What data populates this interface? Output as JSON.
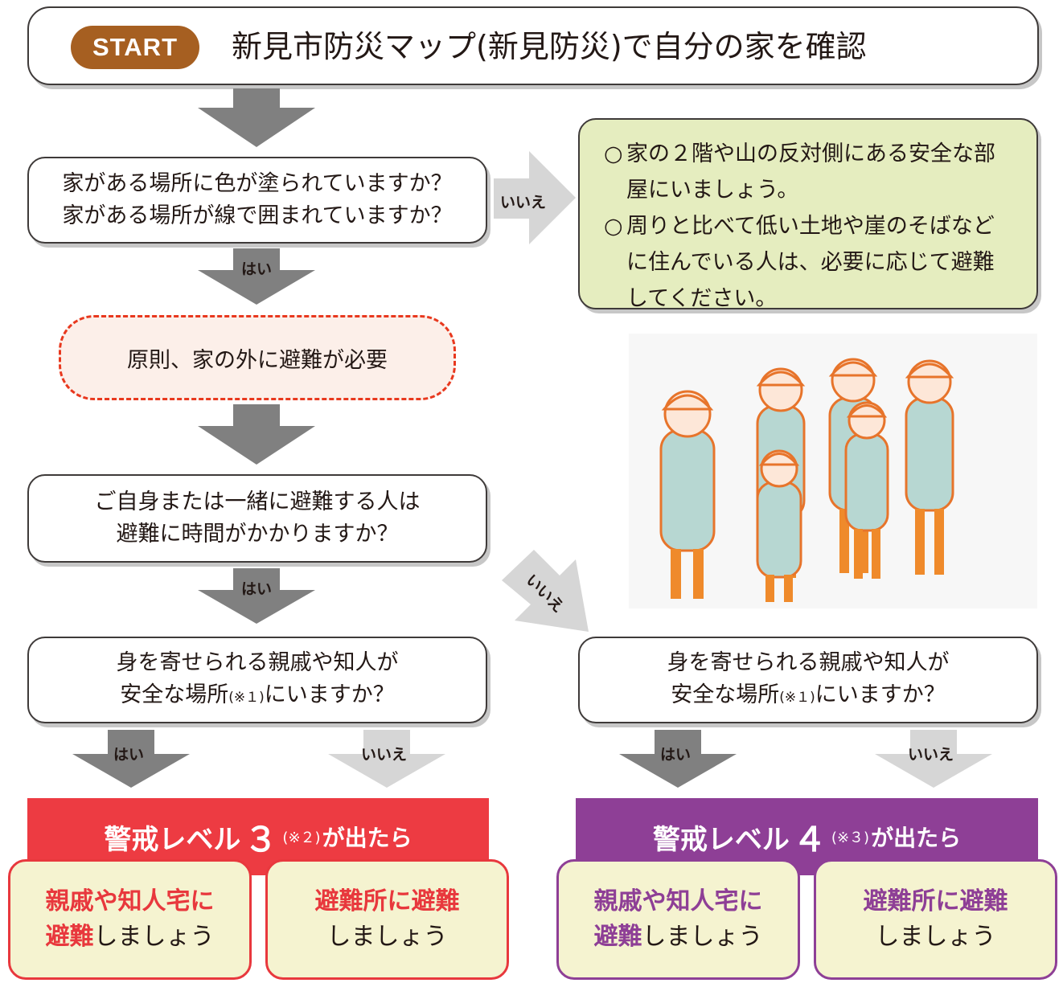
{
  "title": {
    "start": "START",
    "text": "新見市防災マップ(新見防災)で自分の家を確認"
  },
  "q1": {
    "line1": "家がある場所に色が塗られていますか？",
    "line2": "家がある場所が線で囲まれていますか？"
  },
  "labels": {
    "yes": "はい",
    "no": "いいえ"
  },
  "safe_box": {
    "items": [
      {
        "mark": "○",
        "lines": [
          "家の２階や山の反対側にある安全な部",
          "屋にいましょう。"
        ]
      },
      {
        "mark": "○",
        "lines": [
          "周りと比べて低い土地や崖のそばなど",
          "に住んでいる人は、必要に応じて避難",
          "してください。"
        ]
      }
    ]
  },
  "principle": "原則、家の外に避難が必要",
  "q2": {
    "line1": "ご自身または一緒に避難する人は",
    "line2": "避難に時間がかかりますか？"
  },
  "q3": {
    "line1": "身を寄せられる親戚や知人が",
    "line2_a": "安全な場所",
    "line2_note": "(※１)",
    "line2_b": "にいますか？"
  },
  "level3": {
    "prefix": "警戒レベル",
    "num": "３",
    "note": "(※２)",
    "suffix": "が出たら",
    "color": "#ed3b42"
  },
  "level4": {
    "prefix": "警戒レベル",
    "num": "４",
    "note": "(※３)",
    "suffix": "が出たら",
    "color": "#8e3f96"
  },
  "result_relatives": {
    "hl1": "親戚や知人宅に",
    "hl2": "避難",
    "rest": "しましょう"
  },
  "result_shelter": {
    "hl": "避難所に避難",
    "rest": "しましょう"
  },
  "colors": {
    "arrow_dark": "#808080",
    "arrow_light": "#d6d6d6",
    "green_box": "#e5edbf",
    "start_pill": "#a65f21"
  }
}
